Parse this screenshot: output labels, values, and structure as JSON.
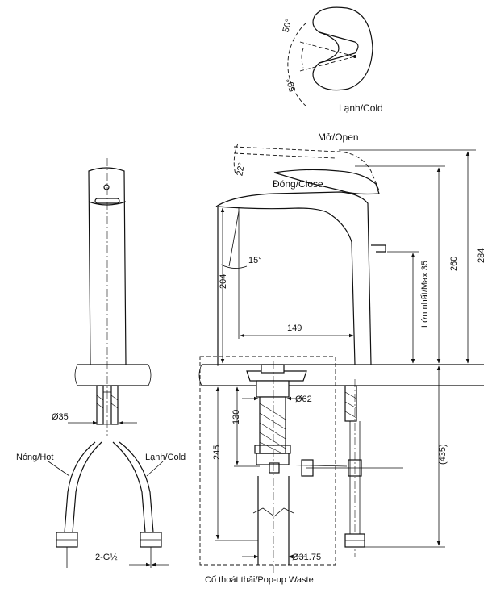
{
  "labels": {
    "cold_top": "Lạnh/Cold",
    "open": "Mở/Open",
    "close": "Đóng/Close",
    "hot": "Nóng/Hot",
    "cold": "Lạnh/Cold",
    "waste": "Cổ thoát thải/Pop-up Waste",
    "max_open": "Lớn nhất/Max 35"
  },
  "dimensions": {
    "angle_50_a": "50°",
    "angle_50_b": "50°",
    "angle_22": "22°",
    "angle_15": "15°",
    "d204": "204",
    "d149": "149",
    "d260": "260",
    "d284": "284",
    "dia35": "Ø35",
    "dia62": "Ø62",
    "d130": "130",
    "d245": "245",
    "d435": "(435)",
    "thread": "2-G½",
    "dia3175": "Ø31.75"
  }
}
